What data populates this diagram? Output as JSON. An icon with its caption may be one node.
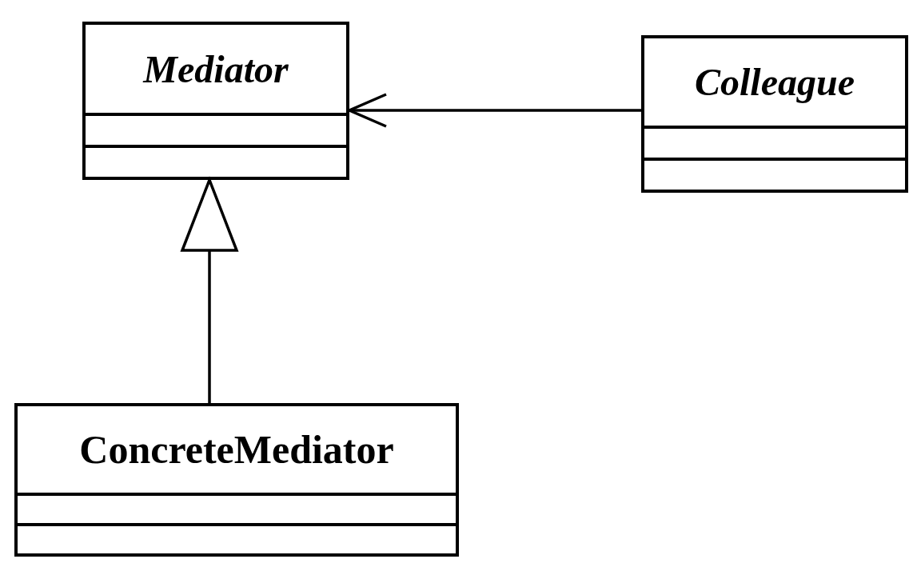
{
  "diagram": {
    "nodes": [
      {
        "text": [
          "Mediator"
        ]
      },
      {
        "text": [
          "Colleague"
        ]
      },
      {
        "text": [
          "ConcreteMediator"
        ]
      }
    ],
    "edges": [
      {
        "from": 1,
        "to": 0,
        "arrow": "to"
      },
      {
        "from": 2,
        "to": 0,
        "arrow": "to"
      }
    ]
  }
}
